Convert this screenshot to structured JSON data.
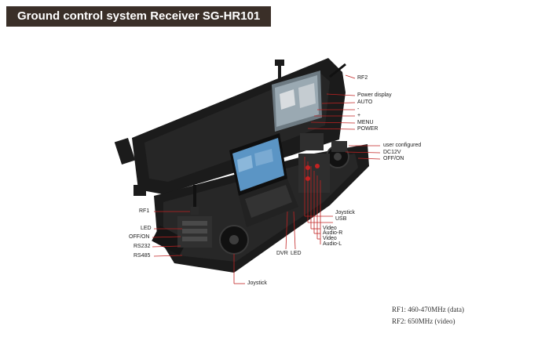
{
  "title": "Ground control system Receiver SG-HR101",
  "callouts": {
    "rf2": "RF2",
    "power_display": "Power display",
    "auto": "AUTO",
    "minus": "-",
    "plus": "+",
    "menu": "MENU",
    "power": "POWER",
    "user_configured": "user configured",
    "dc12v": "DC12V",
    "off_on_right": "OFF/ON",
    "joystick_right": "Joystick",
    "usb": "USB",
    "video_1": "Video",
    "audio_r": "Audio-R",
    "video_2": "Video",
    "audio_l": "Audio-L",
    "dvr": "DVR",
    "led_bottom": "LED",
    "rf1": "RF1",
    "led_left": "LED",
    "off_on_left": "OFF/ON",
    "rs232": "RS232",
    "rs485": "RS485",
    "joystick_bottom": "Joystick"
  },
  "specs": {
    "rf1": "RF1:  460-470MHz (data)",
    "rf2": "RF2: 650MHz (video)"
  },
  "colors": {
    "title_bg": "#3a2f28",
    "case": "#1b1b1b",
    "callout_line": "#c22222"
  }
}
